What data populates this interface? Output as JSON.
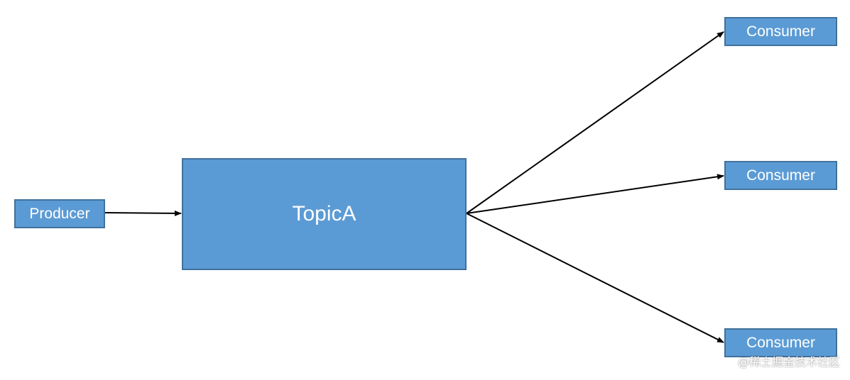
{
  "nodes": {
    "producer": "Producer",
    "topic": "TopicA",
    "consumer_1": "Consumer",
    "consumer_2": "Consumer",
    "consumer_3": "Consumer"
  },
  "edges": [
    {
      "from": "Producer",
      "to": "TopicA"
    },
    {
      "from": "TopicA",
      "to": "Consumer"
    },
    {
      "from": "TopicA",
      "to": "Consumer"
    },
    {
      "from": "TopicA",
      "to": "Consumer"
    }
  ],
  "watermark": "@稀土掘金技术社区",
  "colors": {
    "node_fill": "#5B9BD5",
    "node_border": "#41719C",
    "edge": "#000000",
    "text": "#ffffff"
  }
}
